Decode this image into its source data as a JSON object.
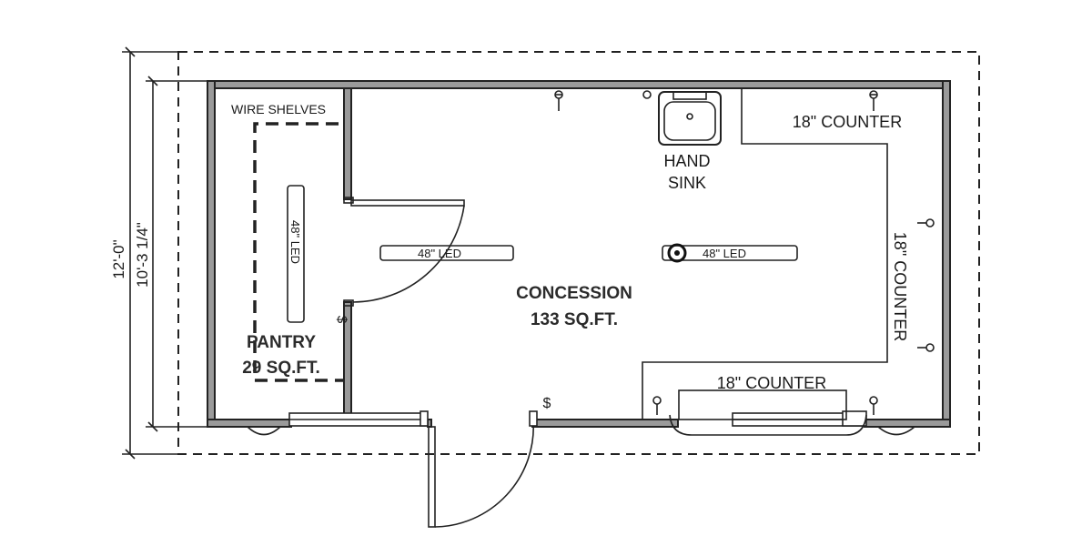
{
  "plan": {
    "dimension_overall": "12'-0\"",
    "dimension_interior": "10'-3 1/4\"",
    "rooms": {
      "concession_name": "CONCESSION",
      "concession_area": "133 SQ.FT.",
      "pantry_name": "PANTRY",
      "pantry_area": "29 SQ.FT."
    },
    "labels": {
      "wire_shelves": "WIRE SHELVES",
      "hand_sink_line1": "HAND",
      "hand_sink_line2": "SINK",
      "counter_top": "18\" COUNTER",
      "counter_right": "18\" COUNTER",
      "counter_bottom": "18\" COUNTER",
      "led_pantry": "48\" LED",
      "led_center_left": "48\" LED",
      "led_center_right": "48\" LED",
      "switch_symbol_1": "$",
      "switch_symbol_2": "$"
    }
  }
}
